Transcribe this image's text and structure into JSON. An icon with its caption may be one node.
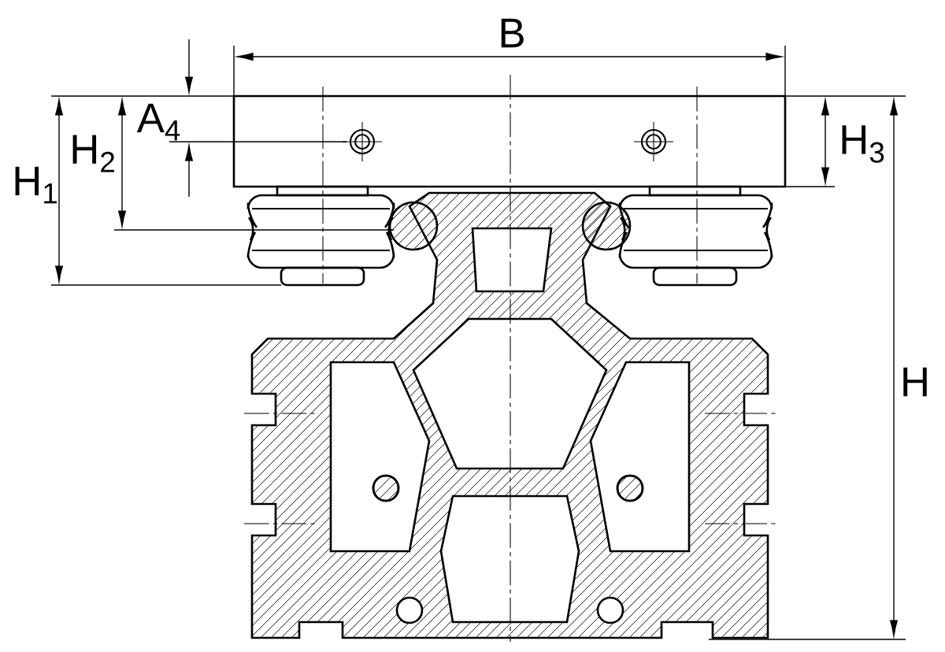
{
  "diagram": {
    "labels": [
      "B",
      "A$_{4}$",
      "H$_{1}$",
      "H$_{2}$",
      "H$_{3}$",
      "H"
    ]
  }
}
